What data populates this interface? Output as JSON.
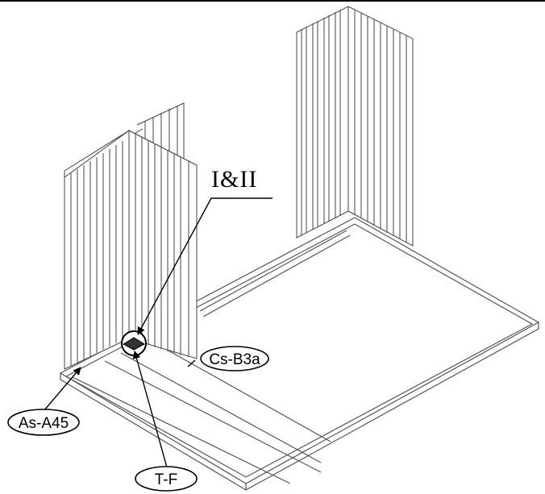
{
  "callouts": {
    "detail_ref": "I&II",
    "cs": "Cs-B3a",
    "as": "As-A45",
    "tf": "T-F"
  },
  "colors": {
    "line": "#000000",
    "panel": "#ffffff",
    "shade": "#bdbdbd"
  }
}
